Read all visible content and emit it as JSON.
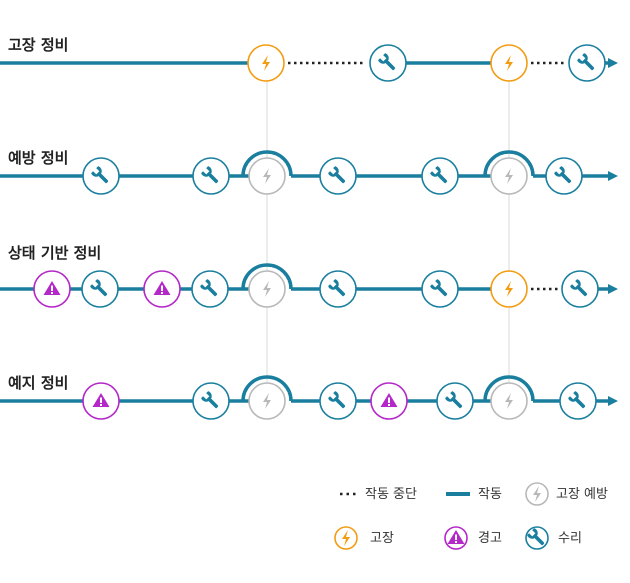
{
  "colors": {
    "line": "#1a7f9e",
    "repair": "#1a7f9e",
    "failure": "#f39c12",
    "warning": "#b427c8",
    "prevented": "#b8b8b8",
    "guide": "#d9d9d9",
    "text": "#222222"
  },
  "rows": [
    {
      "title": "고장 정비",
      "items": [
        {
          "type": "failure"
        },
        {
          "type": "stopped"
        },
        {
          "type": "repair"
        },
        {
          "type": "failure"
        },
        {
          "type": "stopped"
        },
        {
          "type": "repair"
        }
      ]
    },
    {
      "title": "예방 정비",
      "items": [
        {
          "type": "repair"
        },
        {
          "type": "repair"
        },
        {
          "type": "prevented"
        },
        {
          "type": "repair"
        },
        {
          "type": "repair"
        },
        {
          "type": "prevented"
        },
        {
          "type": "repair"
        }
      ]
    },
    {
      "title": "상태 기반 정비",
      "items": [
        {
          "type": "warning"
        },
        {
          "type": "repair"
        },
        {
          "type": "warning"
        },
        {
          "type": "repair"
        },
        {
          "type": "prevented"
        },
        {
          "type": "repair"
        },
        {
          "type": "repair"
        },
        {
          "type": "failure"
        },
        {
          "type": "stopped"
        },
        {
          "type": "repair"
        }
      ]
    },
    {
      "title": "예지 정비",
      "items": [
        {
          "type": "warning"
        },
        {
          "type": "repair"
        },
        {
          "type": "prevented"
        },
        {
          "type": "repair"
        },
        {
          "type": "warning"
        },
        {
          "type": "repair"
        },
        {
          "type": "prevented"
        },
        {
          "type": "repair"
        }
      ]
    }
  ],
  "legend": {
    "stopped": "작동 중단",
    "running": "작동",
    "prevented": "고장 예방",
    "failure": "고장",
    "warning": "경고",
    "repair": "수리"
  },
  "icons": {
    "failure": "lightning-bolt-icon",
    "prevented": "lightning-bolt-icon",
    "warning": "warning-triangle-icon",
    "repair": "wrench-icon",
    "arrow": "arrow-right-icon"
  }
}
